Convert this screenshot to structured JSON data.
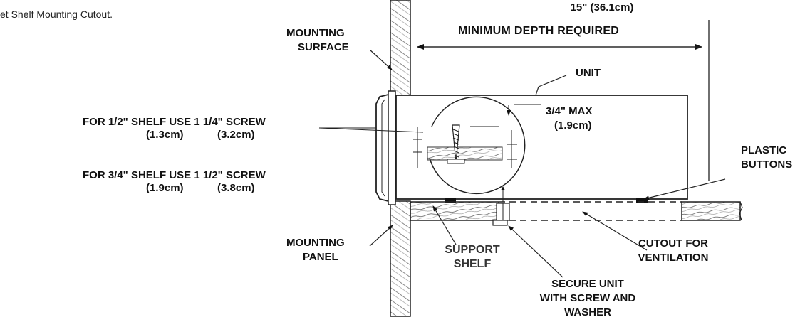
{
  "caption": "et Shelf Mounting Cutout.",
  "depth": {
    "value": "15\"  (36.1cm)",
    "text": "MINIMUM DEPTH REQUIRED"
  },
  "mounting_surface": [
    "MOUNTING",
    "SURFACE"
  ],
  "unit_label": "UNIT",
  "max_label": [
    "3/4\" MAX",
    "(1.9cm)"
  ],
  "screw_notes": [
    {
      "line": "FOR 1/2\" SHELF USE 1  1/4\" SCREW",
      "cm_a": "(1.3cm)",
      "cm_b": "(3.2cm)"
    },
    {
      "line": "FOR 3/4\" SHELF USE 1  1/2\" SCREW",
      "cm_a": "(1.9cm)",
      "cm_b": "(3.8cm)"
    }
  ],
  "plastic_buttons": [
    "PLASTIC",
    "BUTTONS"
  ],
  "mounting_panel": [
    "MOUNTING",
    "PANEL"
  ],
  "support_shelf": [
    "SUPPORT",
    "SHELF"
  ],
  "cutout": [
    "CUTOUT FOR",
    "VENTILATION"
  ],
  "secure": [
    "SECURE UNIT",
    "WITH SCREW AND",
    "WASHER"
  ]
}
